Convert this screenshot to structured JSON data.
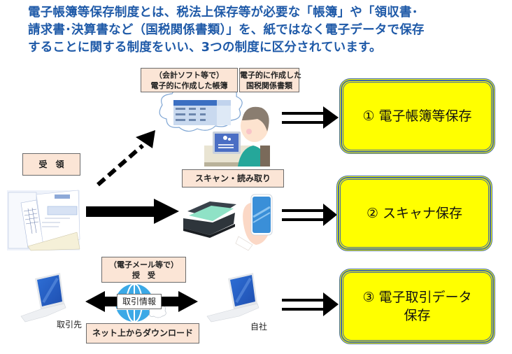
{
  "headline": {
    "lines": [
      "電子帳簿等保存制度とは、税法上保存等が必要な「帳簿」や「領収書･",
      "請求書･決算書など（国税関係書類）」を、紙ではなく電子データで保存",
      "することに関する制度をいい、3つの制度に区分されています。"
    ],
    "color": "#1f5aa8"
  },
  "labels": {
    "accounting_books": [
      "（会計ソフト等で）",
      "電子的に作成した帳簿"
    ],
    "tax_documents": [
      "電子的に作成した",
      "国税関係書類"
    ],
    "receipt": "受　領",
    "scan": "スキャン・読み取り",
    "email": [
      "（電子メール等で）",
      "授　受"
    ],
    "transaction_info": "取引情報",
    "download": "ネット上からダウンロード",
    "partner": "取引先",
    "own_company": "自社"
  },
  "categories": [
    {
      "number": "①",
      "title": [
        "電子帳簿等保存"
      ]
    },
    {
      "number": "②",
      "title": [
        "スキャナ保存"
      ]
    },
    {
      "number": "③",
      "title": [
        "電子取引データ",
        "保存"
      ]
    }
  ],
  "icons": {
    "cloud": "thought-cloud-icon",
    "person": "person-at-laptop-icon",
    "documents": "paper-documents-icon",
    "scanner": "scanner-icon",
    "smartphone": "smartphone-in-hand-icon",
    "globe": "globe-icon",
    "laptop": "laptop-icon"
  },
  "colors": {
    "label_fill": "#fbe5d6",
    "category_fill": "#ffff00",
    "category_border": "#3f67a6",
    "arrow": "#000000"
  }
}
